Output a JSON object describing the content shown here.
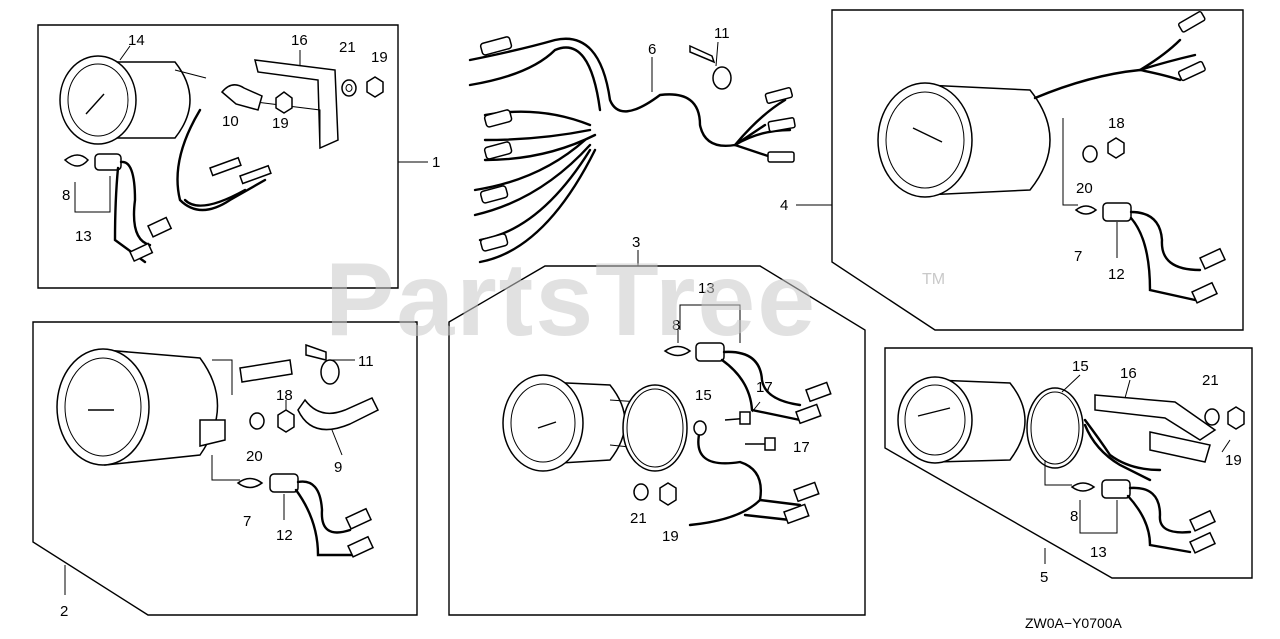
{
  "watermark": {
    "text": "PartsTree",
    "trademark": "TM"
  },
  "diagram_code": "ZW0A−Y0700A",
  "panels": [
    {
      "id": "1",
      "labels": [
        "14",
        "16",
        "21",
        "19",
        "10",
        "19",
        "8",
        "13",
        "1"
      ]
    },
    {
      "id": "2",
      "labels": [
        "11",
        "18",
        "20",
        "9",
        "7",
        "12",
        "2"
      ]
    },
    {
      "id": "3",
      "labels": [
        "3",
        "13",
        "8",
        "15",
        "17",
        "17",
        "21",
        "19"
      ]
    },
    {
      "id": "4",
      "labels": [
        "18",
        "20",
        "7",
        "12",
        "4"
      ]
    },
    {
      "id": "5",
      "labels": [
        "15",
        "16",
        "21",
        "19",
        "8",
        "13",
        "5"
      ]
    },
    {
      "id": "harness",
      "labels": [
        "11",
        "6"
      ]
    }
  ],
  "colors": {
    "line": "#000000",
    "watermark": "#c9c9c9",
    "background": "#ffffff"
  }
}
